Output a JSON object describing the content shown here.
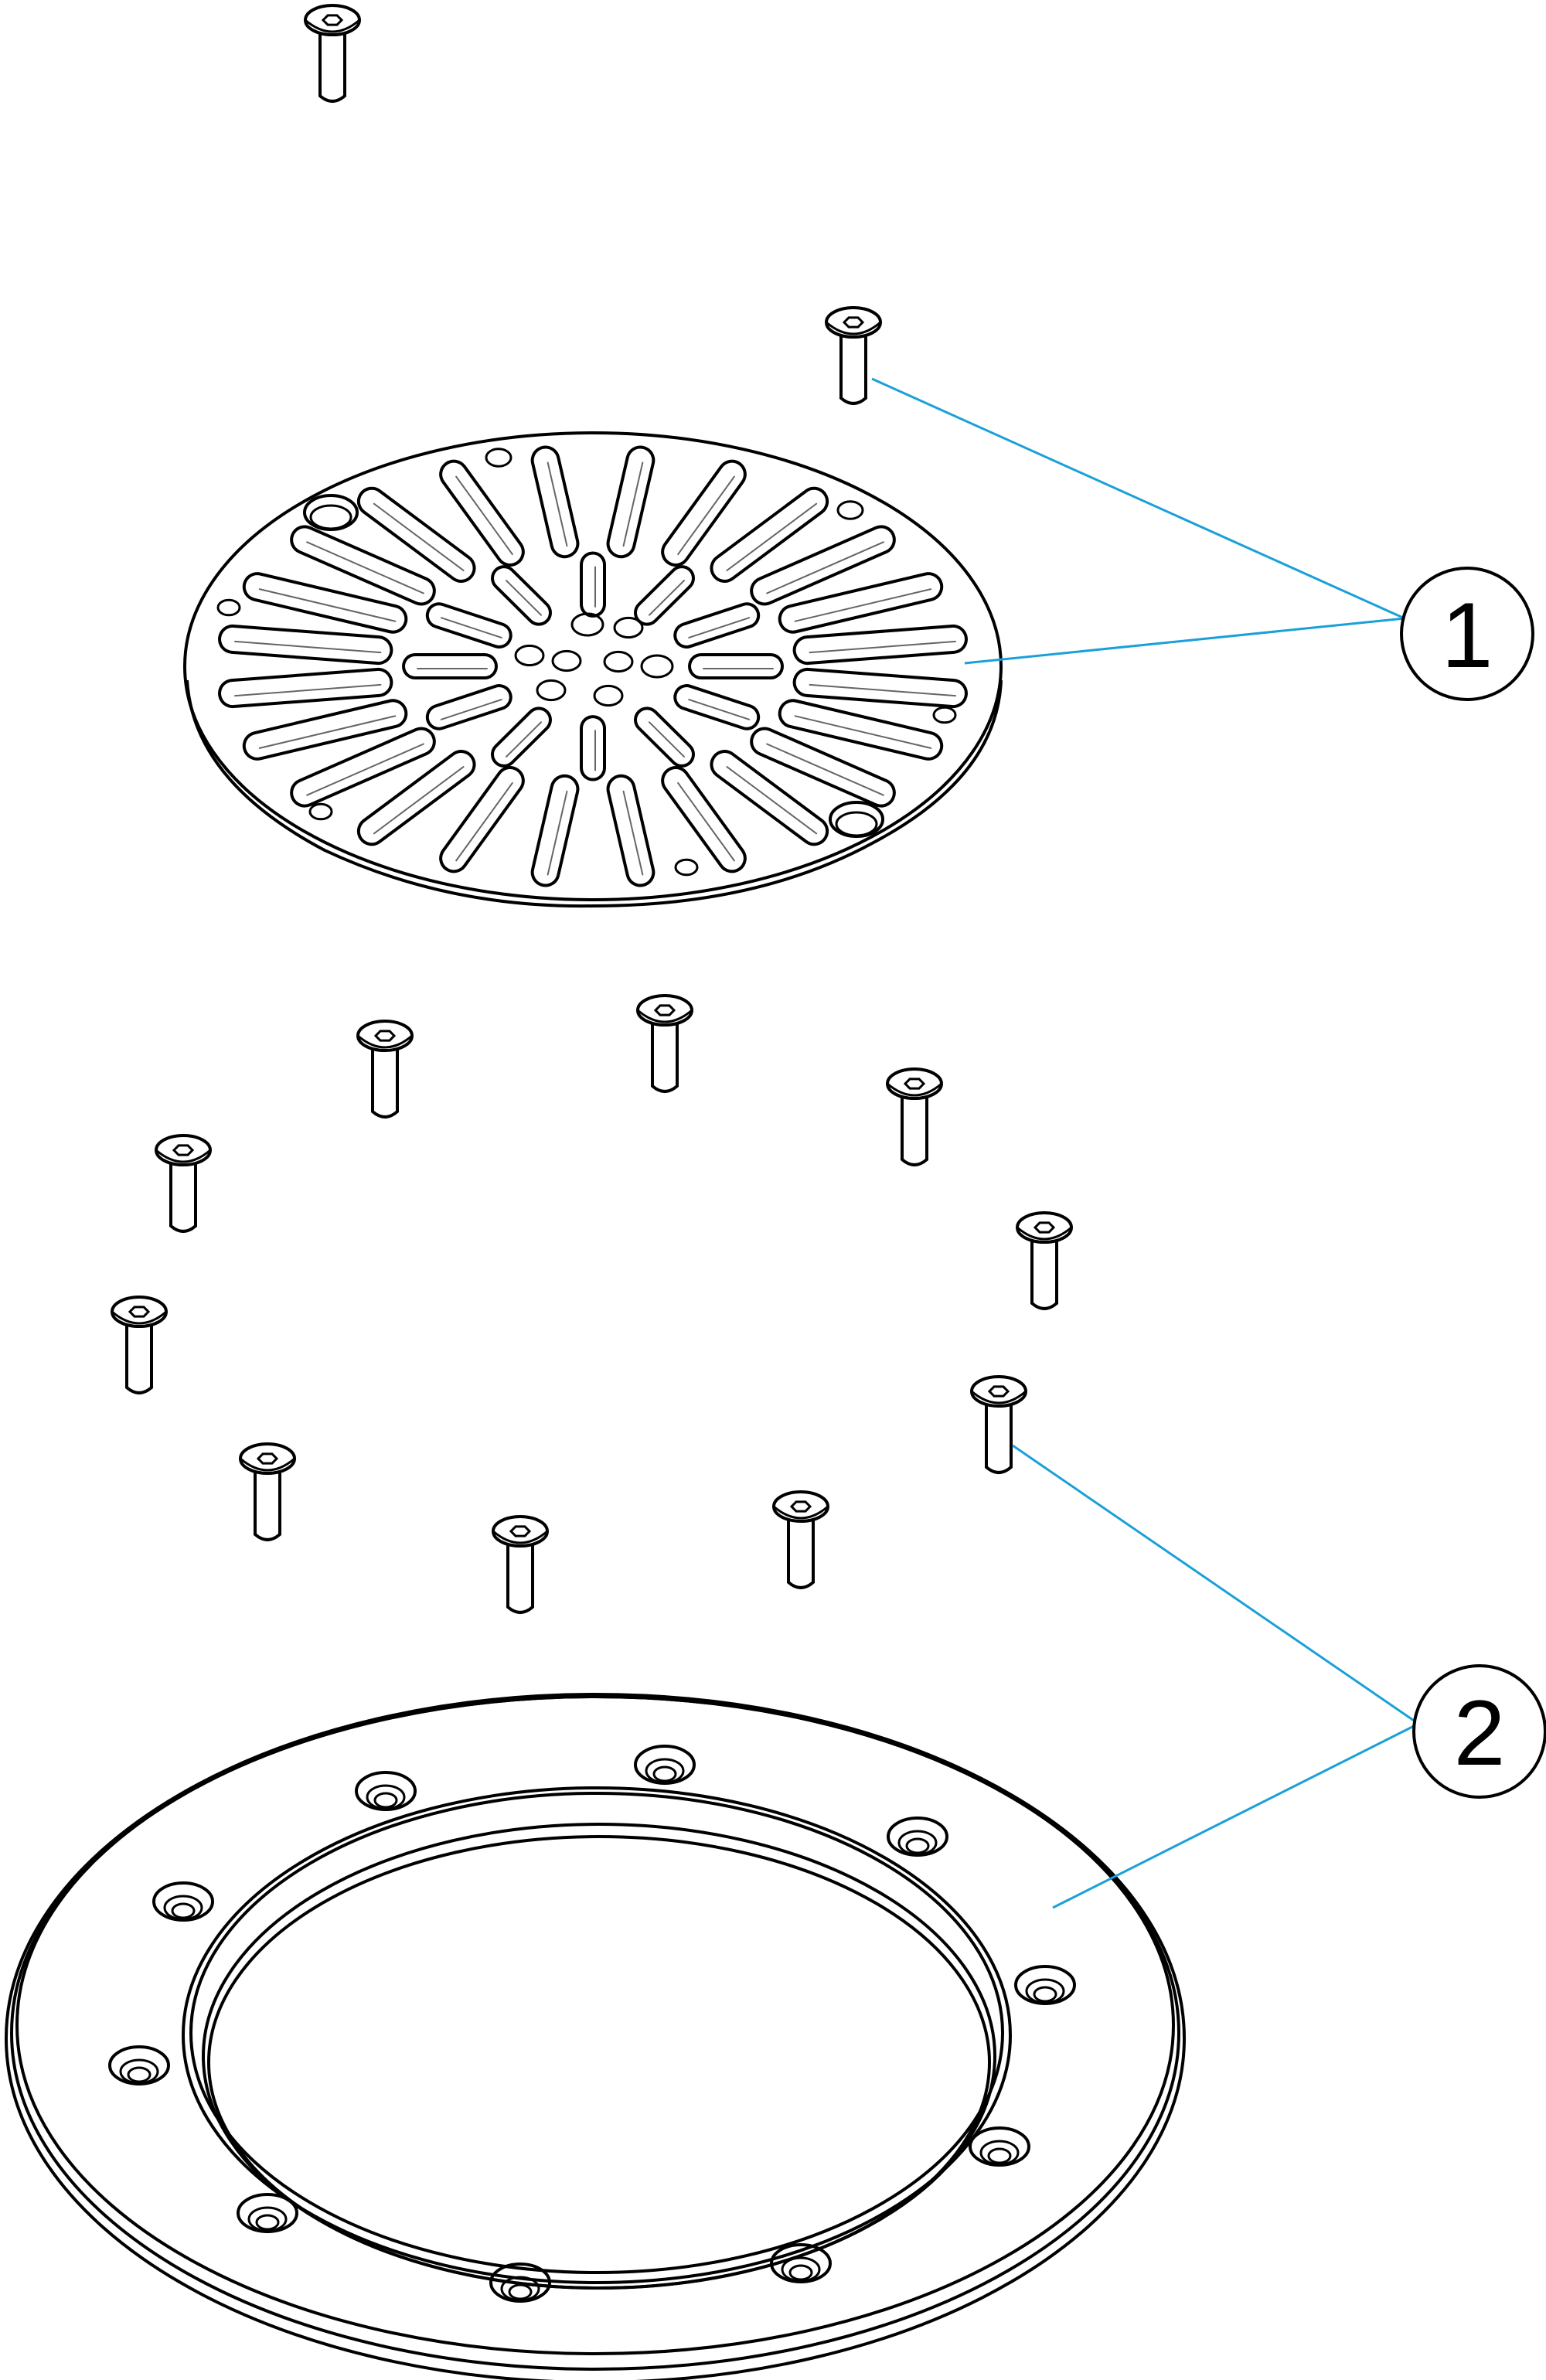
{
  "callouts": [
    {
      "id": "callout-1",
      "label": "1"
    },
    {
      "id": "callout-2",
      "label": "2"
    }
  ],
  "colors": {
    "line": "#000000",
    "leader": "#1aa0d8",
    "background": "#ffffff"
  }
}
